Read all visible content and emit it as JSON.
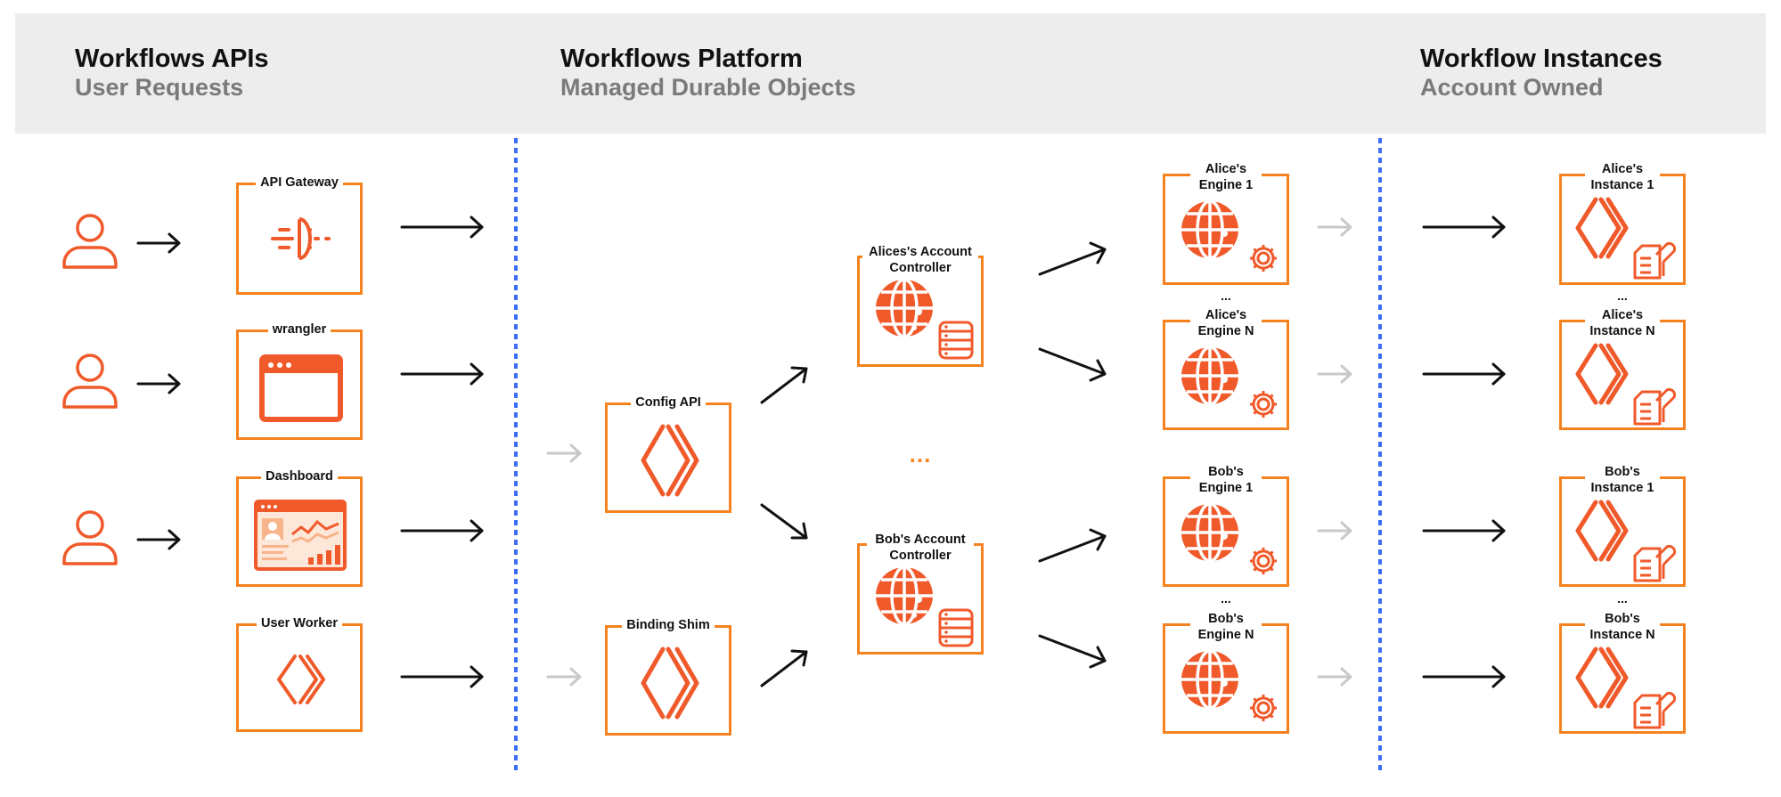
{
  "columns": [
    {
      "title": "Workflows APIs",
      "subtitle": "User Requests"
    },
    {
      "title": "Workflows Platform",
      "subtitle": "Managed Durable Objects"
    },
    {
      "title": "Workflow Instances",
      "subtitle": "Account Owned"
    }
  ],
  "api_boxes": [
    {
      "label": "API Gateway",
      "icon": "api-gateway-icon"
    },
    {
      "label": "wrangler",
      "icon": "browser-window-icon"
    },
    {
      "label": "Dashboard",
      "icon": "dashboard-icon"
    },
    {
      "label": "User Worker",
      "icon": "workers-logo-icon"
    }
  ],
  "platform_boxes": [
    {
      "label": "Config API",
      "icon": "workers-logo-icon"
    },
    {
      "label": "Binding Shim",
      "icon": "workers-logo-icon"
    }
  ],
  "controllers": [
    {
      "label": "Alices's Account Controller",
      "icon": "durable-object-storage-icon"
    },
    {
      "label": "Bob's Account Controller",
      "icon": "durable-object-storage-icon"
    }
  ],
  "controllers_ellipsis": "...",
  "engines": [
    {
      "label": "Alice's Engine 1",
      "icon": "engine-gear-icon"
    },
    {
      "label": "Alice's Engine N",
      "icon": "engine-gear-icon"
    },
    {
      "label": "Bob's Engine 1",
      "icon": "engine-gear-icon"
    },
    {
      "label": "Bob's Engine N",
      "icon": "engine-gear-icon"
    }
  ],
  "instances": [
    {
      "label": "Alice's Instance 1",
      "icon": "instance-tools-icon"
    },
    {
      "label": "Alice's Instance N",
      "icon": "instance-tools-icon"
    },
    {
      "label": "Bob's Instance 1",
      "icon": "instance-tools-icon"
    },
    {
      "label": "Bob's Instance N",
      "icon": "instance-tools-icon"
    }
  ],
  "stack_ellipsis": "...",
  "colors": {
    "accent": "#f6821f",
    "icon": "#f05a2b",
    "divider": "#3b6ef5",
    "arrow": "#111111",
    "arrow_faint": "#c8c8c8",
    "header_bg": "#ededed"
  }
}
